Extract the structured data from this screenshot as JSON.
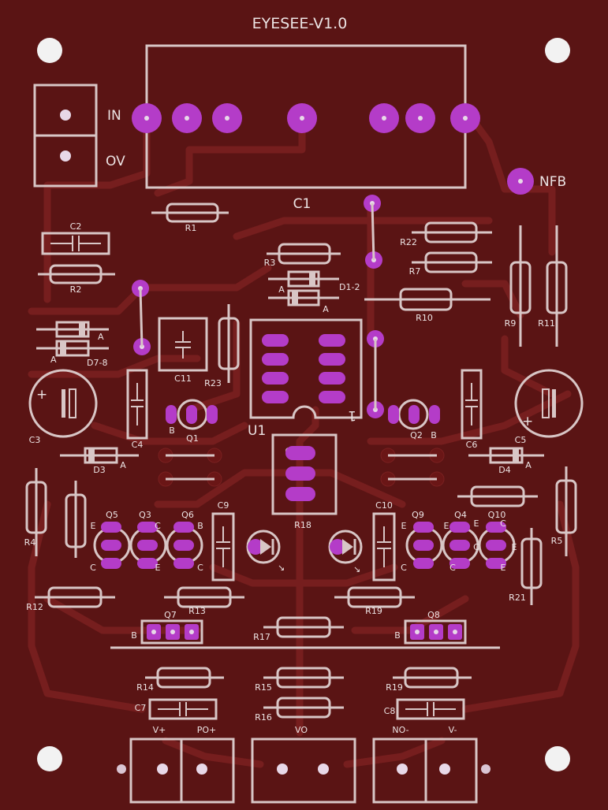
{
  "board": {
    "title": "EYESEE-V1.0",
    "background": "#5a1414",
    "pad_color": "#b43cc8",
    "silk_color": "#d8c6c6"
  },
  "labels": {
    "in": "IN",
    "ov": "OV",
    "nfb": "NFB",
    "c1": "C1",
    "r1": "R1",
    "c2": "C2",
    "r2": "R2",
    "r3": "R3",
    "d12": "D1-2",
    "a_d1": "A",
    "a_d2": "A",
    "r22": "R22",
    "r7": "R7",
    "r10": "R10",
    "r9": "R9",
    "r11": "R11",
    "d78": "D7-8",
    "a_d7": "A",
    "a_d8": "A",
    "c11": "C11",
    "r23": "R23",
    "u1": "U1",
    "pin1": "1",
    "q1": "Q1",
    "q1_b": "B",
    "q2": "Q2",
    "q2_b": "B",
    "c3": "C3",
    "c4": "C4",
    "c5": "C5",
    "c6": "C6",
    "d3": "D3",
    "d3_a": "A",
    "d4": "D4",
    "d4_a": "A",
    "r18": "R18",
    "r4": "R4",
    "r5": "R5",
    "q5": "Q5",
    "q3": "Q3",
    "q6": "Q6",
    "c9": "C9",
    "c10": "C10",
    "q9": "Q9",
    "q4": "Q4",
    "q10": "Q10",
    "e1": "E",
    "c_l1": "C",
    "c_l2": "C",
    "e2": "E",
    "b_l1": "B",
    "e3": "E",
    "c_l3": "C",
    "e4": "E",
    "c_l4": "C",
    "e5": "E",
    "c_l5": "C",
    "c_l6": "C",
    "e6": "E",
    "c_l7": "C",
    "e7": "E",
    "r12": "R12",
    "r13": "R13",
    "r19": "R19",
    "r21": "R21",
    "q7": "Q7",
    "q7_b": "B",
    "q8": "Q8",
    "q8_b": "B",
    "r17": "R17",
    "r14": "R14",
    "r15": "R15",
    "r16": "R16",
    "r19b": "R19",
    "c7": "C7",
    "c8": "C8",
    "vplus": "V+",
    "po_plus": "PO+",
    "vo": "VO",
    "no_minus": "NO-",
    "vminus": "V-"
  }
}
